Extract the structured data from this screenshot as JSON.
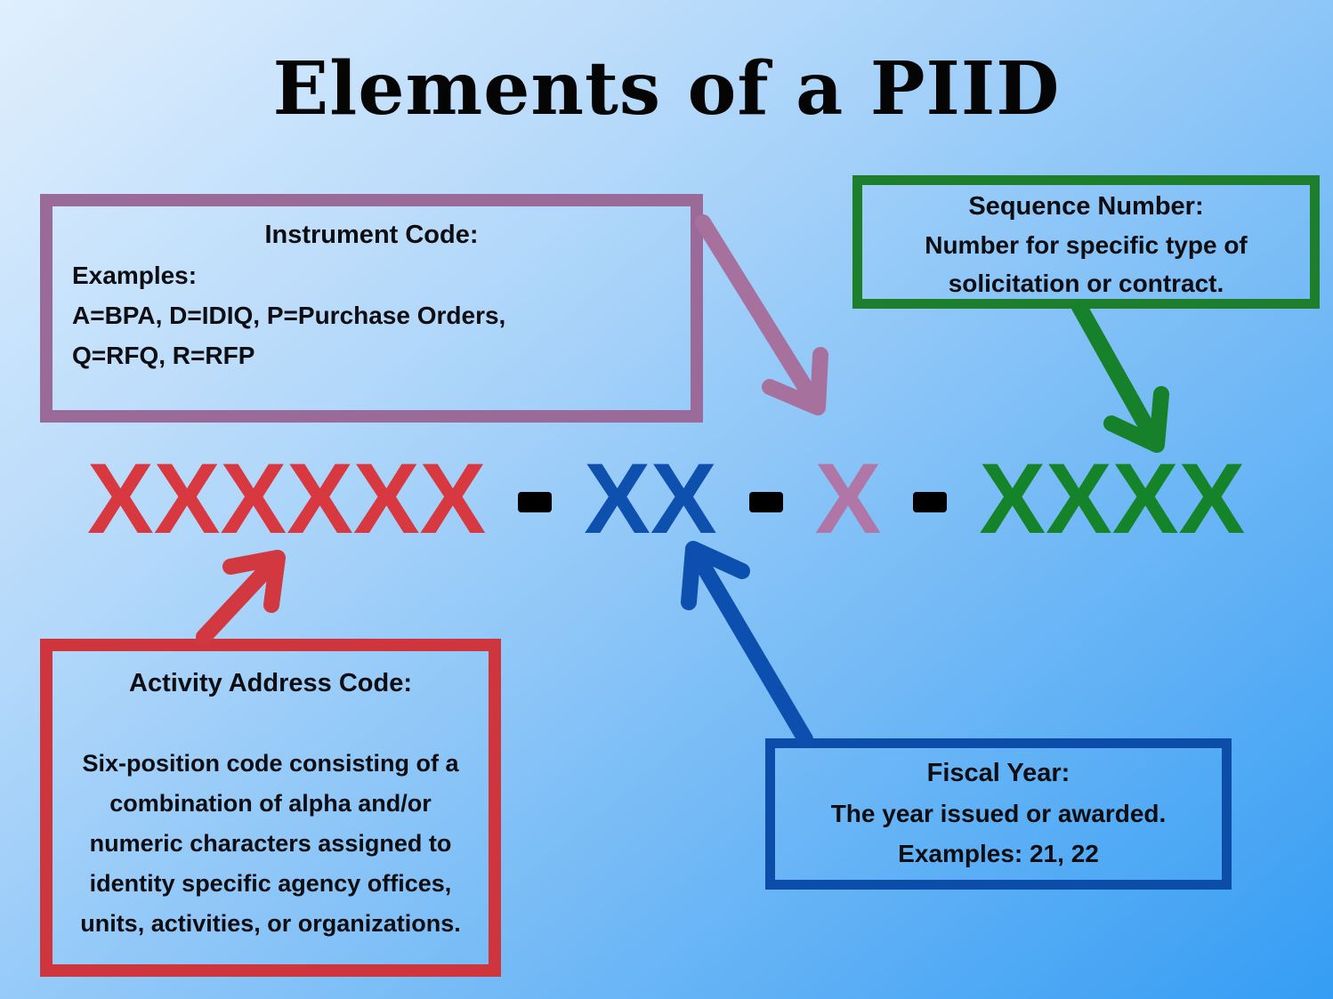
{
  "title": "Elements of a PIID",
  "piid_code": {
    "separator": "-",
    "segments": [
      {
        "name": "activity-address-code",
        "text": "XXXXXX",
        "color": "#d8383f"
      },
      {
        "name": "fiscal-year",
        "text": "XX",
        "color": "#0d50ae"
      },
      {
        "name": "instrument-code",
        "text": "X",
        "color": "#b077a6"
      },
      {
        "name": "sequence-number",
        "text": "XXXX",
        "color": "#15832a"
      }
    ]
  },
  "callouts": {
    "instrument_code": {
      "heading": "Instrument Code:",
      "lines": [
        "Examples:",
        "A=BPA, D=IDIQ, P=Purchase Orders,",
        "Q=RFQ, R=RFP"
      ]
    },
    "sequence_number": {
      "heading": "Sequence Number:",
      "lines": [
        "Number for specific type of",
        "solicitation or contract."
      ]
    },
    "activity_address_code": {
      "heading": "Activity Address Code:",
      "lines": [
        "Six-position code consisting of a",
        "combination of alpha and/or",
        "numeric characters assigned to",
        "identity specific agency offices,",
        "units, activities, or organizations."
      ]
    },
    "fiscal_year": {
      "heading": "Fiscal Year:",
      "lines": [
        "The year issued or awarded.",
        "Examples: 21, 22"
      ]
    }
  },
  "colors": {
    "purple_border": "#9a6b98",
    "green_border": "#1d7f2c",
    "red_border": "#cf353d",
    "blue_border": "#0b4da8",
    "purple_arrow": "#a7719e",
    "green_arrow": "#17802b",
    "red_arrow": "#d2383f",
    "blue_arrow": "#0d4fae"
  }
}
